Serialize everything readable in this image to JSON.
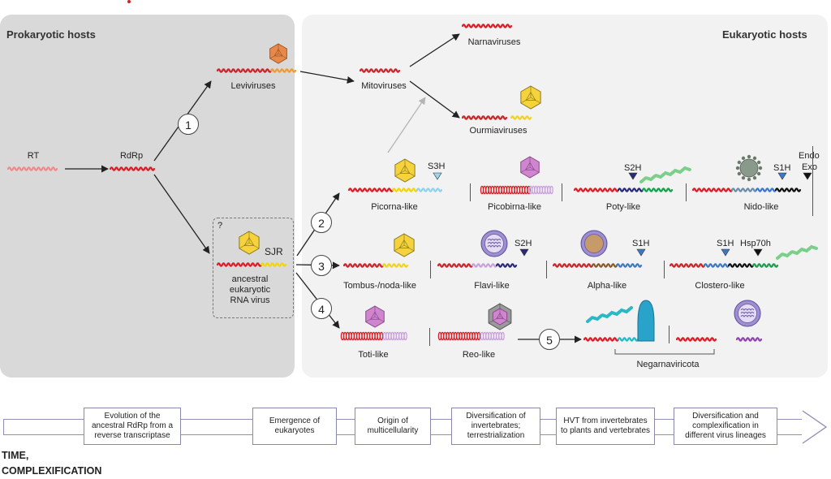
{
  "headers": {
    "prokaryotic": "Prokaryotic hosts",
    "eukaryotic": "Eukaryotic hosts"
  },
  "nodes": {
    "rt": "RT",
    "rdrp": "RdRp",
    "leviviruses": "Leviviruses",
    "mitoviruses": "Mitoviruses",
    "narnaviruses": "Narnaviruses",
    "ourmiaviruses": "Ourmiaviruses",
    "question_mark": "?",
    "sjr": "SJR",
    "ancestral": "ancestral\neukaryotic\nRNA virus",
    "picorna": "Picorna-like",
    "picobirna": "Picobirna-like",
    "poty": "Poty-like",
    "nido": "Nido-like",
    "tombus": "Tombus-/noda-like",
    "flavi": "Flavi-like",
    "alpha": "Alpha-like",
    "clostero": "Clostero-like",
    "toti": "Toti-like",
    "reo": "Reo-like",
    "negarnaviricota": "Negarnaviricota"
  },
  "domains": {
    "s3h": "S3H",
    "s2h_poty": "S2H",
    "s1h_nido": "S1H",
    "endo": "Endo",
    "exo": "Exo",
    "s2h_flavi": "S2H",
    "s1h_alpha": "S1H",
    "s1h_clostero": "S1H",
    "hsp70h": "Hsp70h"
  },
  "steps": [
    "1",
    "2",
    "3",
    "4",
    "5"
  ],
  "timeline": {
    "stages": [
      "Evolution of the ancestral RdRp from a reverse transcriptase",
      "Emergence of eukaryotes",
      "Origin of multicellularity",
      "Diversification of invertebrates; terrestrialization",
      "HVT from invertebrates to plants and vertebrates",
      "Diversification and complexification in different virus lineages"
    ],
    "axis_label_1": "TIME,",
    "axis_label_2": "COMPLEXIFICATION"
  },
  "colors": {
    "rna_red": "#d62027",
    "rt_pink": "#ef8a8a",
    "orange": "#f39a2b",
    "yellow": "#f2d416",
    "lightblue": "#8fd3ec",
    "lilac": "#c9a0dc",
    "navy": "#2b2a7a",
    "green": "#15a04a",
    "steelblue": "#3d78c8",
    "brown": "#8b5a2b",
    "purple": "#8e44ad",
    "teal": "#2cb7c7",
    "capsid_yellow": "#f6d33c",
    "capsid_pink": "#cf86cf",
    "capsid_orange": "#e8894a",
    "arrow_gray": "#b5b5b5"
  }
}
